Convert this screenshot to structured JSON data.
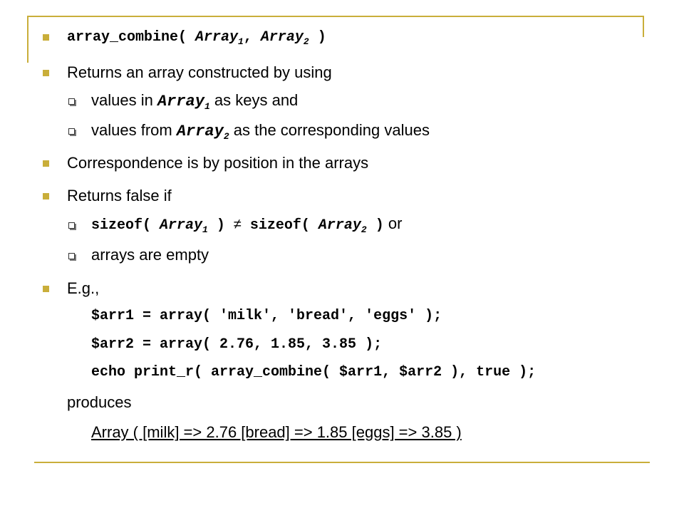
{
  "slide": {
    "accent_color": "#c9ae3a",
    "signature": {
      "fn": "array_combine( ",
      "arg1": "Array",
      "sub1": "1",
      "sep": ", ",
      "arg2": "Array",
      "sub2": "2",
      "close": " )"
    },
    "returns": {
      "text": "Returns an array constructed by using",
      "sub_a": {
        "pre": "values in ",
        "code": "Array",
        "sub": "1",
        "post": " as keys and"
      },
      "sub_b": {
        "pre": "values from ",
        "code": "Array",
        "sub": "2",
        "post": " as the corresponding values"
      }
    },
    "correspondence": "Correspondence is by position in the arrays",
    "returns_false": {
      "text": "Returns false if",
      "cond1": {
        "fn_a": "sizeof( ",
        "arg_a": "Array",
        "sub_a": "1",
        "close_a": " )",
        "neq": "≠",
        "fn_b": "sizeof( ",
        "arg_b": "Array",
        "sub_b": "2",
        "close_b": " )",
        "suffix": " or"
      },
      "cond2": "arrays are empty"
    },
    "example": {
      "label": "E.g.,",
      "code_lines": [
        "$arr1 = array( 'milk', 'bread', 'eggs' );",
        "$arr2 = array( 2.76, 1.85, 3.85 );",
        "echo print_r( array_combine( $arr1, $arr2 ), true );"
      ],
      "produces": "produces",
      "output": "Array ( [milk] => 2.76 [bread] => 1.85 [eggs] => 3.85 )"
    }
  }
}
